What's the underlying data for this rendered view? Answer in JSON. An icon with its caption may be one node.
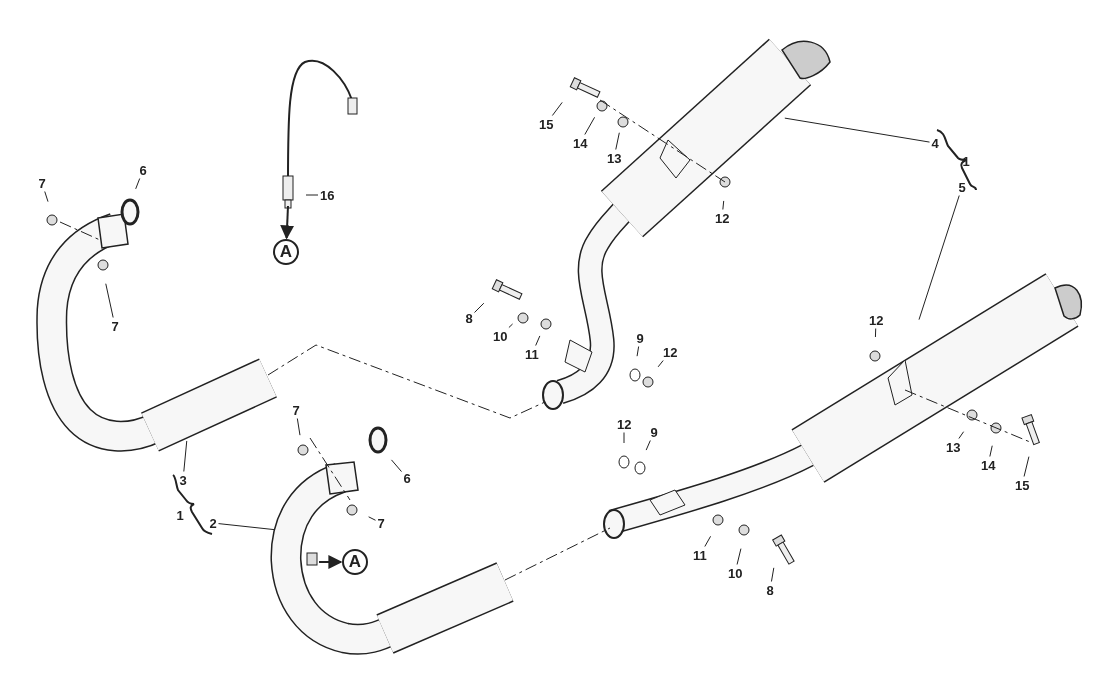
{
  "diagram": {
    "nodes": [
      {
        "text": [
          "7"
        ]
      },
      {
        "text": [
          "6"
        ]
      },
      {
        "text": [
          "16"
        ]
      },
      {
        "text": [
          "A"
        ]
      },
      {
        "text": [
          "15"
        ]
      },
      {
        "text": [
          "14"
        ]
      },
      {
        "text": [
          "13"
        ]
      },
      {
        "text": [
          "4"
        ]
      },
      {
        "text": [
          "5"
        ]
      },
      {
        "text": [
          "12"
        ]
      },
      {
        "text": [
          "8"
        ]
      },
      {
        "text": [
          "7"
        ]
      },
      {
        "text": [
          "10"
        ]
      },
      {
        "text": [
          "11"
        ]
      },
      {
        "text": [
          "9"
        ]
      },
      {
        "text": [
          "12"
        ]
      },
      {
        "text": [
          "12"
        ]
      },
      {
        "text": [
          "7"
        ]
      },
      {
        "text": [
          "12"
        ]
      },
      {
        "text": [
          "9"
        ]
      },
      {
        "text": [
          "13"
        ]
      },
      {
        "text": [
          "14"
        ]
      },
      {
        "text": [
          "3"
        ]
      },
      {
        "text": [
          "6"
        ]
      },
      {
        "text": [
          "15"
        ]
      },
      {
        "text": [
          "2"
        ]
      },
      {
        "text": [
          "7"
        ]
      },
      {
        "text": [
          "11"
        ]
      },
      {
        "text": [
          "A"
        ]
      },
      {
        "text": [
          "10"
        ]
      },
      {
        "text": [
          "8"
        ]
      }
    ],
    "edges": [
      {
        "from": 0,
        "to": null,
        "arrow": "none"
      },
      {
        "from": 1,
        "to": null,
        "arrow": "none"
      },
      {
        "from": 2,
        "to": null,
        "arrow": "none"
      },
      {
        "from": null,
        "to": 3,
        "arrow": "to"
      },
      {
        "from": 4,
        "to": null,
        "arrow": "none"
      },
      {
        "from": 5,
        "to": null,
        "arrow": "none"
      },
      {
        "from": 6,
        "to": null,
        "arrow": "none"
      },
      {
        "from": 7,
        "to": null,
        "arrow": "none"
      },
      {
        "from": 8,
        "to": null,
        "arrow": "none"
      },
      {
        "from": 9,
        "to": null,
        "arrow": "none"
      },
      {
        "from": 10,
        "to": null,
        "arrow": "none"
      },
      {
        "from": 11,
        "to": null,
        "arrow": "none"
      },
      {
        "from": 12,
        "to": null,
        "arrow": "none"
      },
      {
        "from": 13,
        "to": null,
        "arrow": "none"
      },
      {
        "from": 14,
        "to": null,
        "arrow": "none"
      },
      {
        "from": 15,
        "to": null,
        "arrow": "none"
      },
      {
        "from": 16,
        "to": null,
        "arrow": "none"
      },
      {
        "from": 17,
        "to": null,
        "arrow": "none"
      },
      {
        "from": 18,
        "to": null,
        "arrow": "none"
      },
      {
        "from": 19,
        "to": null,
        "arrow": "none"
      },
      {
        "from": 20,
        "to": null,
        "arrow": "none"
      },
      {
        "from": 21,
        "to": null,
        "arrow": "none"
      },
      {
        "from": 22,
        "to": null,
        "arrow": "none"
      },
      {
        "from": 23,
        "to": null,
        "arrow": "none"
      },
      {
        "from": 24,
        "to": null,
        "arrow": "none"
      },
      {
        "from": 25,
        "to": null,
        "arrow": "none"
      },
      {
        "from": 26,
        "to": null,
        "arrow": "none"
      },
      {
        "from": 27,
        "to": null,
        "arrow": "none"
      },
      {
        "from": null,
        "to": 28,
        "arrow": "to"
      },
      {
        "from": 29,
        "to": null,
        "arrow": "none"
      },
      {
        "from": 30,
        "to": null,
        "arrow": "none"
      }
    ],
    "labels": [
      "1",
      "1"
    ]
  }
}
